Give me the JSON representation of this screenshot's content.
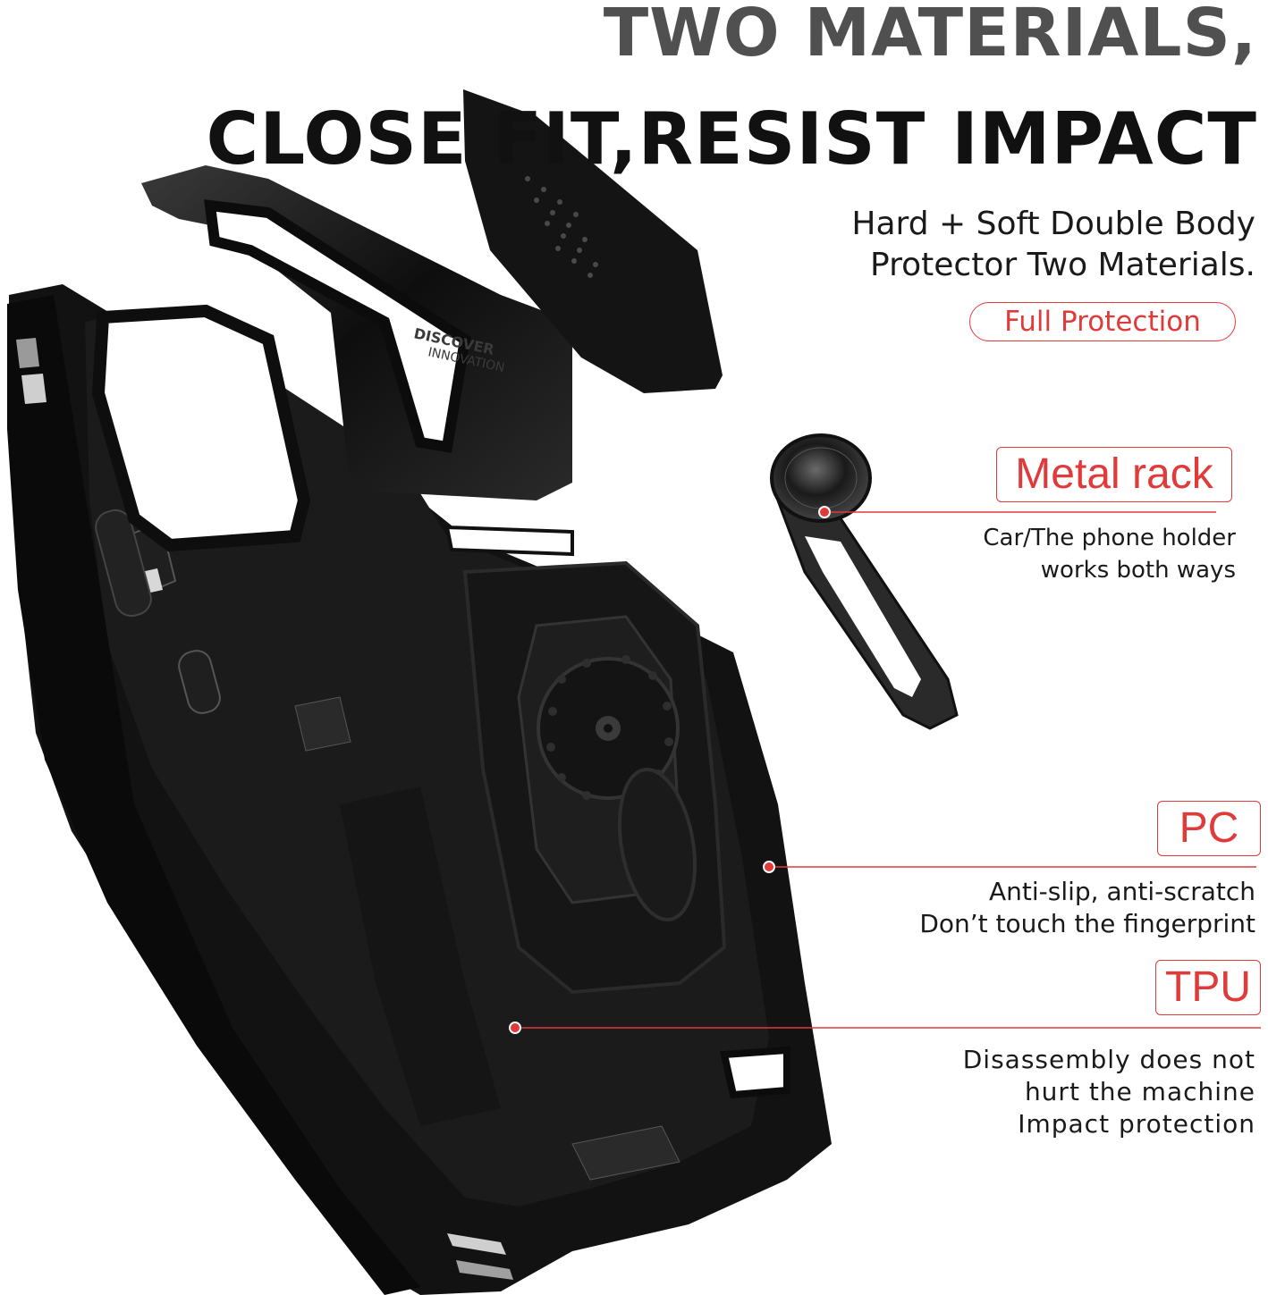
{
  "headline": {
    "line1": "TWO MATERIALS,",
    "line2": "CLOSE FIT,RESIST IMPACT"
  },
  "subtitle": {
    "line1": "Hard + Soft Double Body",
    "line2": "Protector Two Materials."
  },
  "badge": "Full Protection",
  "features": {
    "metal": {
      "label": "Metal rack",
      "desc1": "Car/The phone holder",
      "desc2": "works both ways"
    },
    "pc": {
      "label": "PC",
      "desc1": "Anti-slip, anti-scratch",
      "desc2": "Don’t touch the fingerprint"
    },
    "tpu": {
      "label": "TPU",
      "desc1": "Disassembly does not",
      "desc2": "hurt the machine",
      "desc3": "Impact protection"
    }
  },
  "case_embossing": {
    "line1": "DISCOVER",
    "line2": "INNOVATION"
  },
  "colors": {
    "accent": "#e03a3a",
    "case": "#141414",
    "text": "#1a1a1a"
  },
  "icons": [
    "phone-case-illustration",
    "ring-holder-illustration",
    "camera-slider-illustration"
  ]
}
